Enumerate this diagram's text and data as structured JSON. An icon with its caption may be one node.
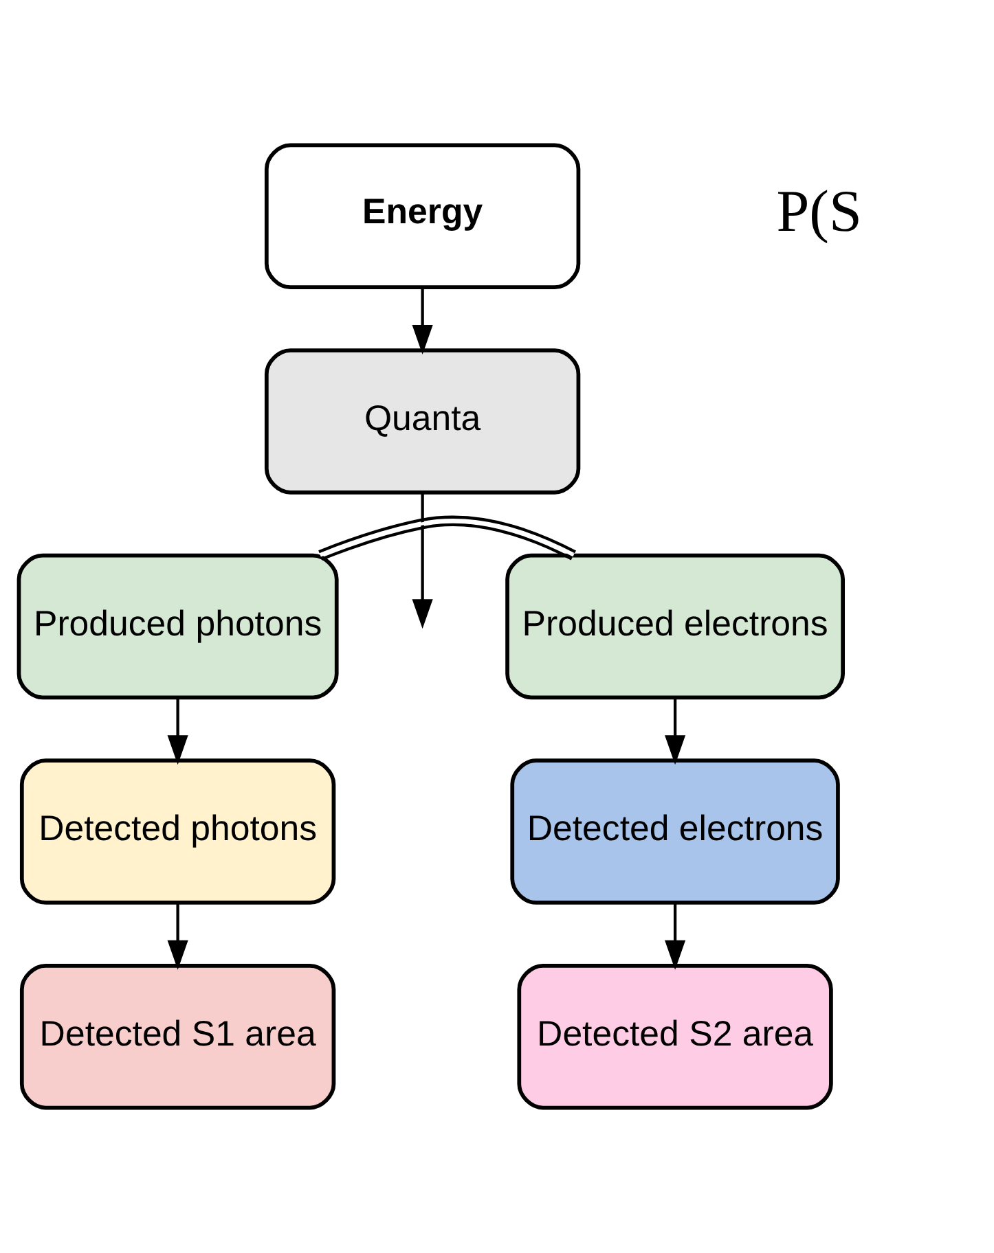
{
  "diagram": {
    "nodes": [
      {
        "text": [
          "Energy"
        ]
      },
      {
        "text": [
          "Quanta"
        ]
      },
      {
        "text": [
          "Produced photons"
        ]
      },
      {
        "text": [
          "Produced electrons"
        ]
      },
      {
        "text": [
          "Detected photons"
        ]
      },
      {
        "text": [
          "Detected electrons"
        ]
      },
      {
        "text": [
          "Detected S1 area"
        ]
      },
      {
        "text": [
          "Detected S2 area"
        ]
      }
    ],
    "edges": [
      {
        "from": 0,
        "to": 1,
        "arrow": "to"
      },
      {
        "from": 1,
        "to": null,
        "arrow": "to"
      },
      {
        "from": 2,
        "to": 3,
        "arrow": "none"
      },
      {
        "from": 2,
        "to": 4,
        "arrow": "to"
      },
      {
        "from": 4,
        "to": 6,
        "arrow": "to"
      },
      {
        "from": 3,
        "to": 5,
        "arrow": "to"
      },
      {
        "from": 5,
        "to": 7,
        "arrow": "to"
      }
    ],
    "labels": [
      "P(S"
    ]
  }
}
